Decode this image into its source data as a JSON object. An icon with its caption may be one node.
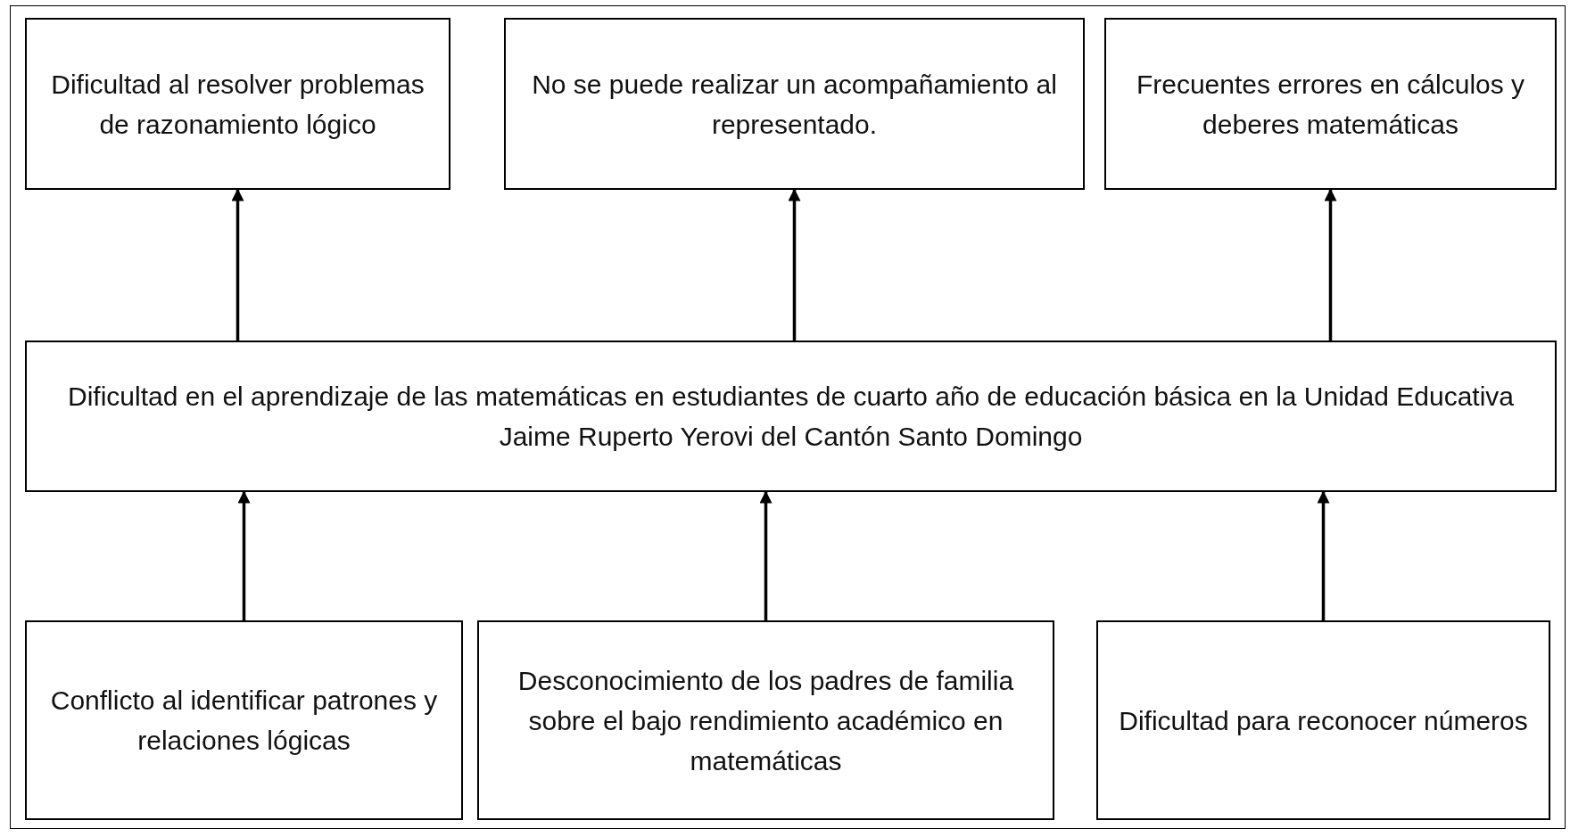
{
  "diagram": {
    "nodes": [
      {
        "text": [
          "Dificultad al resolver problemas de razonamiento lógico"
        ]
      },
      {
        "text": [
          "No se puede realizar un acompañamiento al representado."
        ]
      },
      {
        "text": [
          "Frecuentes errores en cálculos y deberes matemáticas"
        ]
      },
      {
        "text": [
          "Dificultad en el aprendizaje de las matemáticas en estudiantes de cuarto año de educación básica en la Unidad Educativa Jaime Ruperto Yerovi del Cantón Santo Domingo"
        ]
      },
      {
        "text": [
          "Conflicto al identificar patrones y relaciones lógicas"
        ]
      },
      {
        "text": [
          "Desconocimiento de los padres de familia sobre el bajo rendimiento académico en matemáticas"
        ]
      },
      {
        "text": [
          "Dificultad para reconocer números"
        ]
      }
    ],
    "edges": [
      {
        "from": 4,
        "to": 3,
        "arrow": "to"
      },
      {
        "from": 5,
        "to": 3,
        "arrow": "to"
      },
      {
        "from": 6,
        "to": 3,
        "arrow": "to"
      },
      {
        "from": 3,
        "to": 0,
        "arrow": "to"
      },
      {
        "from": 3,
        "to": 1,
        "arrow": "to"
      },
      {
        "from": 3,
        "to": 2,
        "arrow": "to"
      }
    ]
  }
}
